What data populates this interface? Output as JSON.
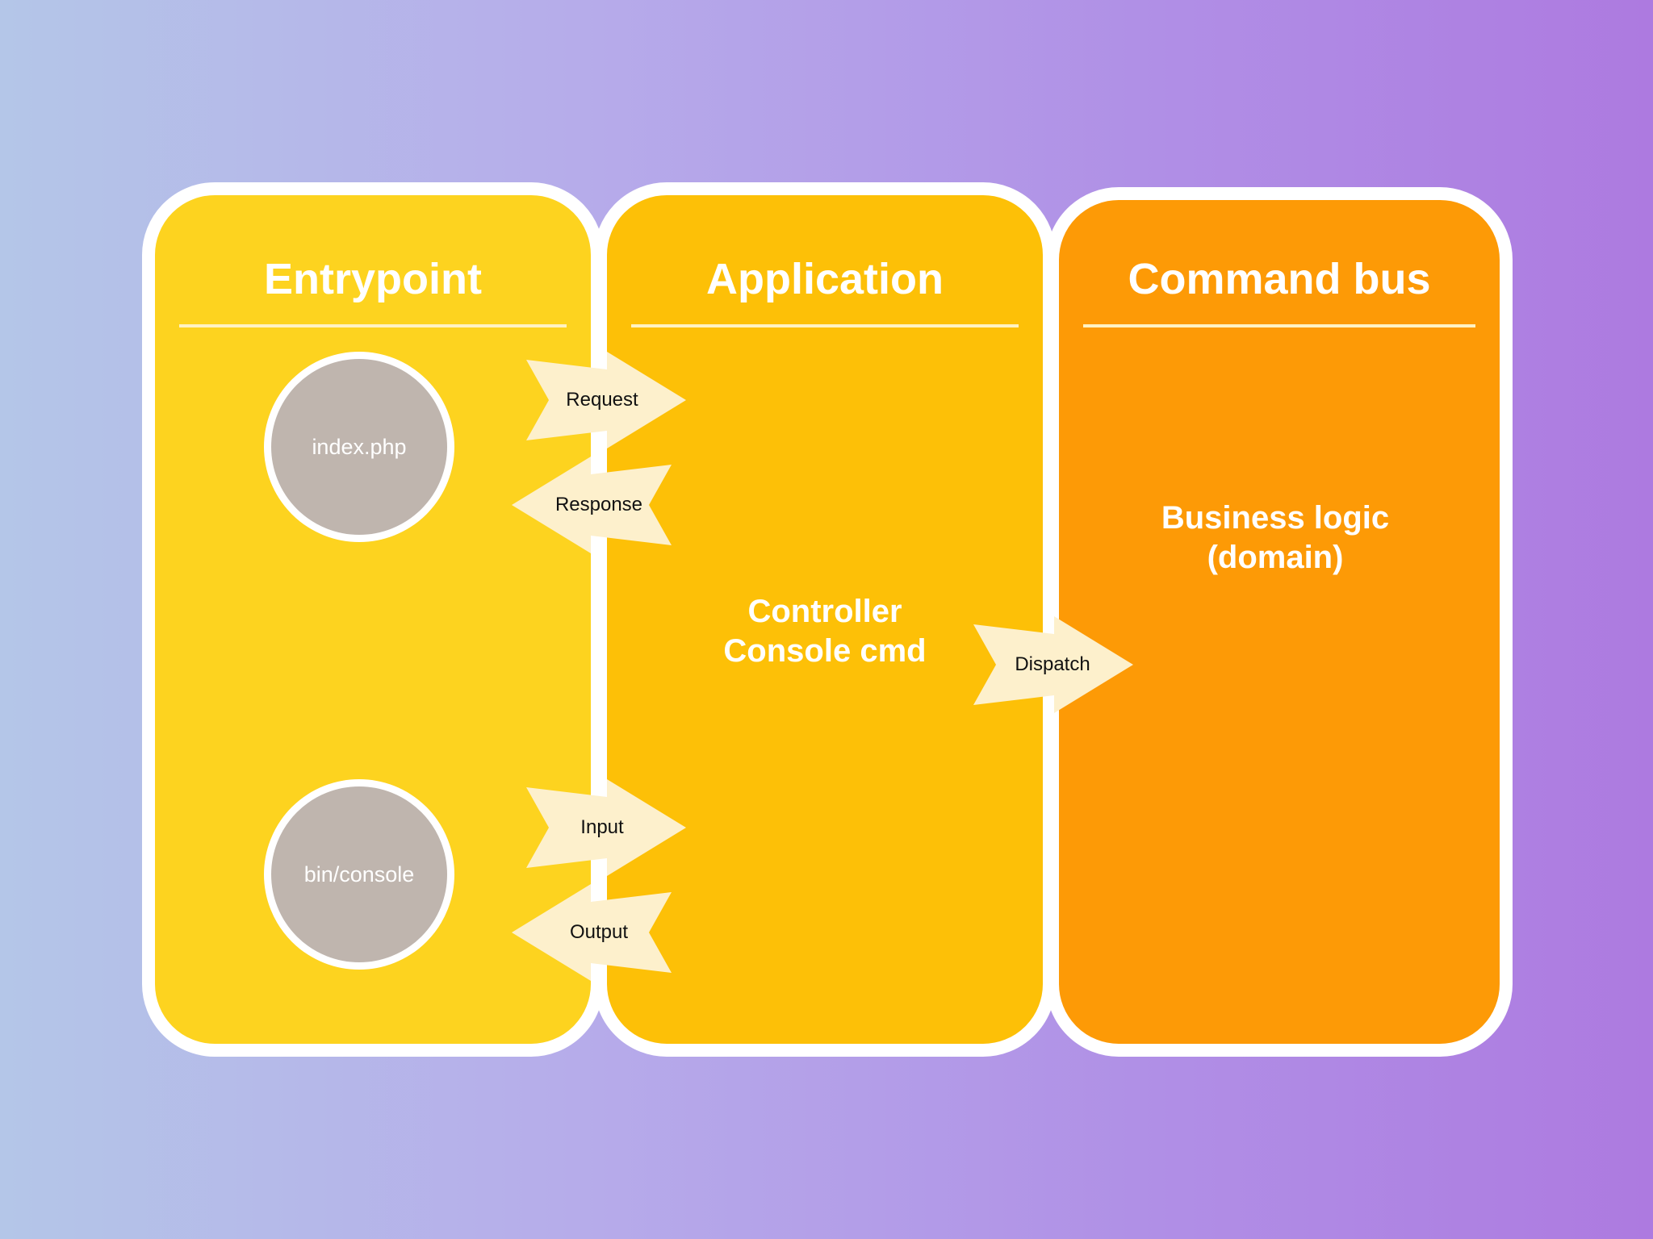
{
  "colors": {
    "entrypoint_fill": "#fdd31f",
    "application_fill": "#fdc007",
    "command_bus_fill": "#fd9a06",
    "node_fill": "#bfb5ae",
    "arrow_fill": "#fdf0cc",
    "panel_border": "#ffffff"
  },
  "panels": {
    "entrypoint": {
      "title": "Entrypoint"
    },
    "application": {
      "title": "Application",
      "body": "Controller\nConsole cmd"
    },
    "command_bus": {
      "title": "Command bus",
      "body": "Business logic\n(domain)"
    }
  },
  "nodes": {
    "index": {
      "label": "index.php"
    },
    "console": {
      "label": "bin/console"
    }
  },
  "arrows": {
    "request": {
      "label": "Request",
      "direction": "right"
    },
    "response": {
      "label": "Response",
      "direction": "left"
    },
    "input": {
      "label": "Input",
      "direction": "right"
    },
    "output": {
      "label": "Output",
      "direction": "left"
    },
    "dispatch": {
      "label": "Dispatch",
      "direction": "right"
    }
  }
}
